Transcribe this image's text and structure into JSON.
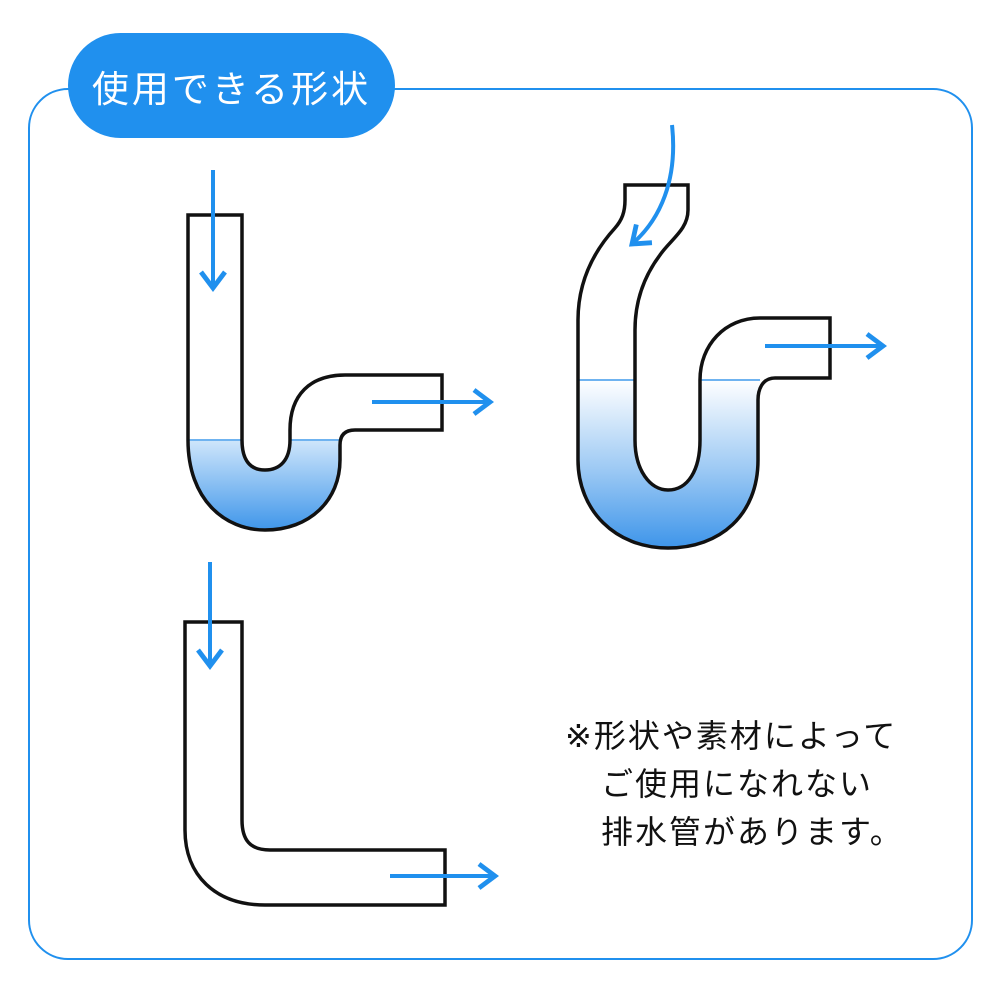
{
  "title": "使用できる形状",
  "note": {
    "line1": "※形状や素材によって",
    "line2": "ご使用になれない",
    "line3": "排水管があります。"
  },
  "colors": {
    "accent": "#2090ee",
    "water": "#2f8de8",
    "outline": "#111111"
  },
  "diagrams": [
    "s-trap-low",
    "s-trap-tall",
    "l-pipe"
  ]
}
